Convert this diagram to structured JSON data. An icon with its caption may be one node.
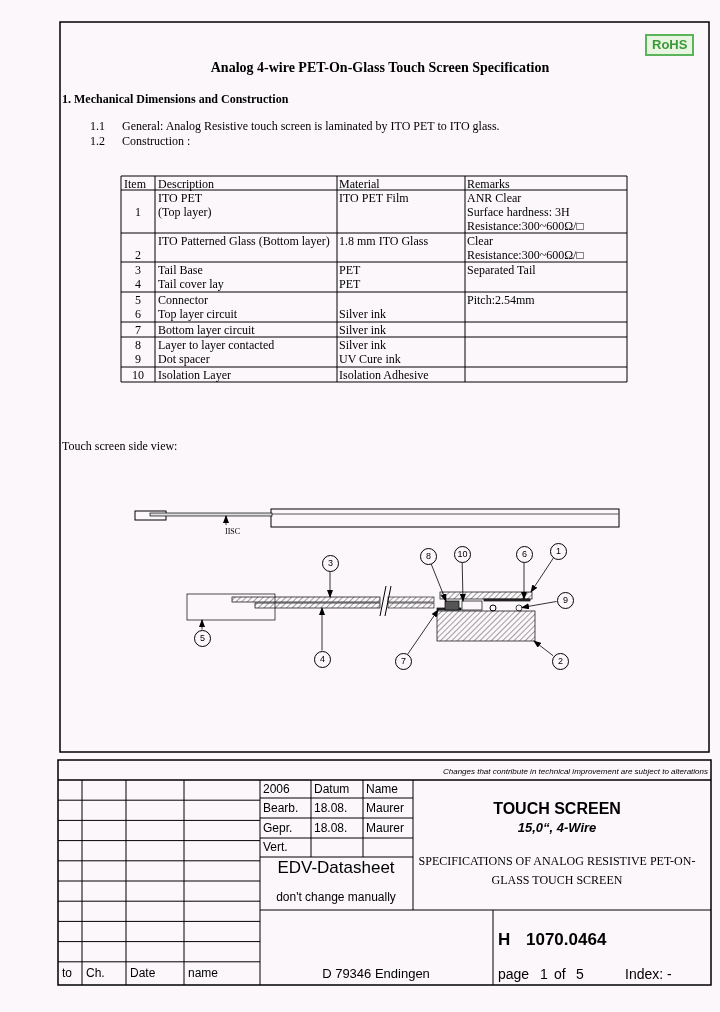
{
  "diagram": {
    "title": "Analog 4-wire PET-On-Glass Touch Screen Specification",
    "nodes": [
      {
        "text": [
          "3"
        ]
      },
      {
        "text": [
          "8"
        ]
      },
      {
        "text": [
          "10"
        ]
      },
      {
        "text": [
          "6"
        ]
      },
      {
        "text": [
          "1"
        ]
      },
      {
        "text": [
          "9"
        ]
      },
      {
        "text": [
          "5"
        ]
      },
      {
        "text": [
          "4"
        ]
      },
      {
        "text": [
          "7"
        ]
      },
      {
        "text": [
          "2"
        ]
      },
      {
        "text": [
          "IISC"
        ]
      },
      {
        "text": [],
        "shape": "bar"
      },
      {
        "text": [],
        "shape": "box"
      },
      {
        "text": [],
        "shape": "bar"
      },
      {
        "text": [],
        "shape": "bar"
      },
      {
        "text": [],
        "shape": "bar"
      },
      {
        "text": [],
        "shape": "bar"
      },
      {
        "text": [],
        "shape": "bar"
      },
      {
        "text": [],
        "shape": "box"
      },
      {
        "text": [],
        "shape": "box"
      },
      {
        "text": [],
        "shape": "bar"
      },
      {
        "text": [],
        "shape": "circle"
      }
    ],
    "edges": [
      {
        "from": 0,
        "to": 13,
        "arrow": "to"
      },
      {
        "from": 1,
        "to": 18,
        "arrow": "to"
      },
      {
        "from": 2,
        "to": 19,
        "arrow": "to"
      },
      {
        "from": 3,
        "to": 20,
        "arrow": "to"
      },
      {
        "from": 4,
        "to": 17,
        "arrow": "to"
      },
      {
        "from": 5,
        "to": 21,
        "arrow": "to"
      },
      {
        "from": 6,
        "to": 12,
        "arrow": "to"
      },
      {
        "from": 7,
        "to": 14,
        "arrow": "to"
      },
      {
        "from": 8,
        "to": 15,
        "arrow": "to"
      },
      {
        "from": 9,
        "to": 16,
        "arrow": "to"
      },
      {
        "from": 10,
        "to": 11,
        "arrow": "to"
      }
    ],
    "labels": [
      "RoHS",
      "1. Mechanical Dimensions and Construction",
      "1.1",
      "General: Analog Resistive touch screen is laminated by ITO PET to ITO glass.",
      "1.2",
      "Construction :",
      "Item",
      "Description",
      "Material",
      "Remarks",
      "1",
      "ITO PET",
      "(Top layer)",
      "ITO PET Film",
      "ANR Clear",
      "Surface hardness: 3H",
      "Resistance:300~600Ω/□",
      "2",
      "ITO Patterned Glass (Bottom layer)",
      "1.8 mm ITO Glass",
      "Clear",
      "Resistance:300~600Ω/□",
      "3",
      "4",
      "Tail Base",
      "Tail cover lay",
      "PET",
      "PET",
      "Separated Tail",
      "5",
      "6",
      "Connector",
      "Top layer circuit",
      "Silver ink",
      "Pitch:2.54mm",
      "7",
      "Bottom layer circuit",
      "Silver ink",
      "8",
      "9",
      "Layer to layer contacted",
      "Dot spacer",
      "Silver ink",
      "UV Cure ink",
      "10",
      "Isolation Layer",
      "Isolation Adhesive",
      "Touch screen side view:",
      "Changes that contribute in technical improvement are subject to alterations",
      "2006",
      "Datum",
      "Name",
      "Bearb.",
      "18.08.",
      "Maurer",
      "Gepr.",
      "18.08.",
      "Maurer",
      "Vert.",
      "TOUCH SCREEN",
      "15,0“,  4-Wire",
      "SPECIFICATIONS OF ANALOG RESISTIVE PET-ON-GLASS TOUCH SCREEN",
      "EDV-Datasheet",
      "don't change manually",
      "H",
      "1070.0464",
      "to",
      "Ch.",
      "Date",
      "name",
      "D 79346 Endingen",
      "page",
      "1",
      "of",
      "5",
      "Index: -"
    ]
  }
}
